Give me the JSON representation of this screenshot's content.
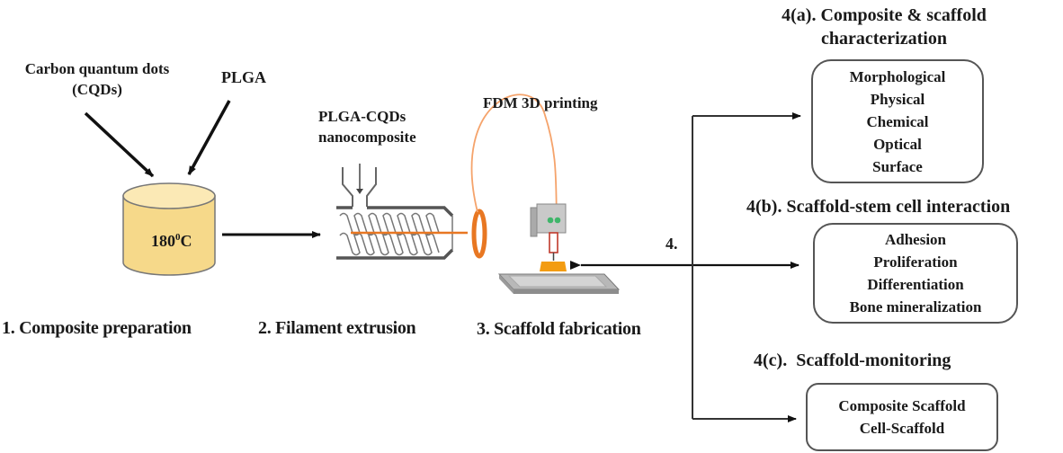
{
  "inputs": {
    "cqd_line1": "Carbon quantum dots",
    "cqd_line2": "(CQDs)",
    "plga": "PLGA"
  },
  "reactor": {
    "temperature_value": "180",
    "temperature_sup": "0",
    "temperature_unit": "C",
    "fill_color": "#f6d98a"
  },
  "extruder": {
    "label_line1": "PLGA-CQDs",
    "label_line2": "nanocomposite",
    "filament_color": "#e87722"
  },
  "printer": {
    "label": "FDM 3D printing"
  },
  "stages": [
    {
      "label": "1. Composite preparation"
    },
    {
      "label": "2. Filament extrusion"
    },
    {
      "label": "3. Scaffold fabrication"
    }
  ],
  "branch_label": "4.",
  "outcomes": [
    {
      "heading_line1": "4(a). Composite & scaffold",
      "heading_line2": "characterization",
      "items": [
        "Morphological",
        "Physical",
        "Chemical",
        "Optical",
        "Surface"
      ]
    },
    {
      "heading_line1": "4(b). Scaffold-stem cell interaction",
      "items": [
        "Adhesion",
        "Proliferation",
        "Differentiation",
        "Bone mineralization"
      ]
    },
    {
      "heading_line1": "4(c).  Scaffold-monitoring",
      "items": [
        "Composite Scaffold",
        "Cell-Scaffold"
      ]
    }
  ]
}
